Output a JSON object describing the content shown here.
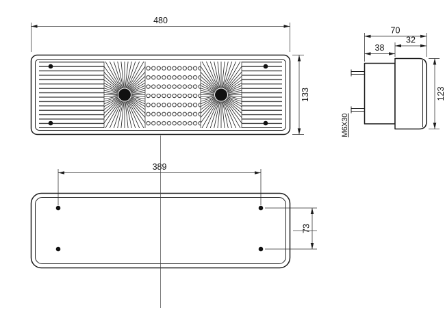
{
  "views": {
    "front": {
      "dim_width": "480",
      "dim_height": "133"
    },
    "side": {
      "dim_depth_total": "70",
      "dim_depth_rear": "38",
      "dim_depth_front": "32",
      "dim_height": "123",
      "bolt_spec": "M6X30"
    },
    "rear": {
      "dim_hole_spacing_h": "389",
      "dim_hole_spacing_v": "73"
    }
  },
  "colors": {
    "line": "#1c1c1c",
    "background": "#ffffff"
  }
}
